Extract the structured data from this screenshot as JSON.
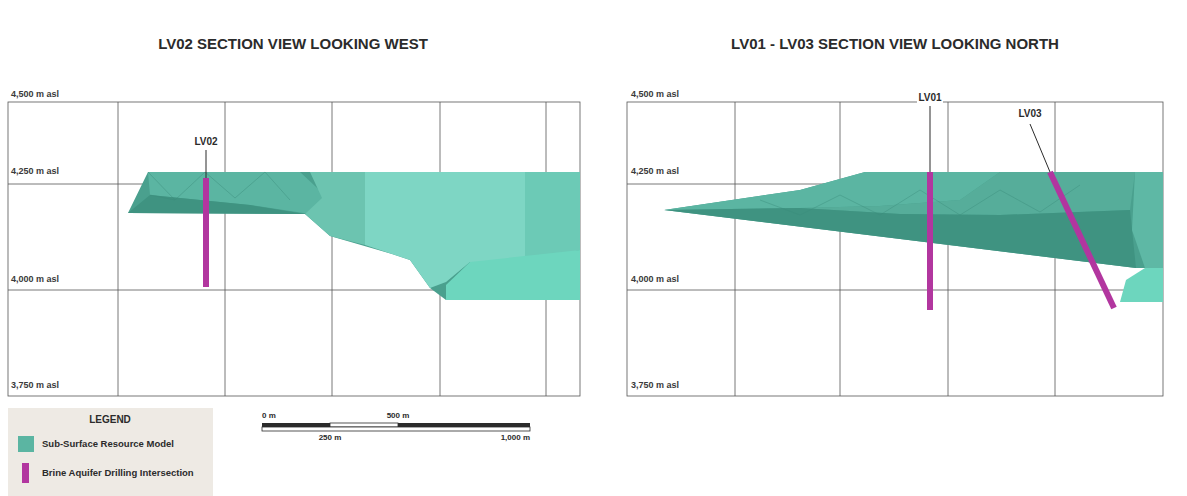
{
  "diagram": {
    "labels": [
      "LV02 SECTION VIEW LOOKING WEST",
      "4,500 m asl",
      "4,250 m asl",
      "4,000 m asl",
      "3,750 m asl",
      "LV02",
      "LV01 - LV03 SECTION VIEW LOOKING NORTH",
      "4,500 m asl",
      "4,250 m asl",
      "4,000 m asl",
      "3,750 m asl",
      "LV01",
      "LV03",
      "LEGEND",
      "0 m",
      "500 m",
      "250 m",
      "1,000 m"
    ],
    "legend": [
      {
        "text": "Sub-Surface Resource Model",
        "color": "#5bb5a2"
      },
      {
        "text": "Brine Aquifer Drilling Intersection",
        "color": "#b2369f"
      }
    ]
  }
}
